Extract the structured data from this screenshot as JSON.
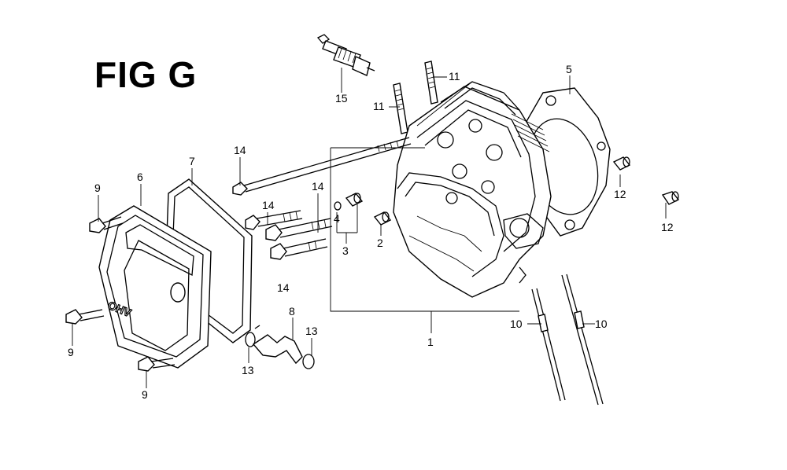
{
  "figure": {
    "title": "FIG G"
  },
  "cover": {
    "emblem_text": "OHV"
  },
  "callouts": [
    {
      "id": "c15",
      "label": "15"
    },
    {
      "id": "c11a",
      "label": "11"
    },
    {
      "id": "c11b",
      "label": "11"
    },
    {
      "id": "c5",
      "label": "5"
    },
    {
      "id": "c14a",
      "label": "14"
    },
    {
      "id": "c14b",
      "label": "14"
    },
    {
      "id": "c14c",
      "label": "14"
    },
    {
      "id": "c14d",
      "label": "14"
    },
    {
      "id": "c9a",
      "label": "9"
    },
    {
      "id": "c9b",
      "label": "9"
    },
    {
      "id": "c9c",
      "label": "9"
    },
    {
      "id": "c6",
      "label": "6"
    },
    {
      "id": "c7",
      "label": "7"
    },
    {
      "id": "c4",
      "label": "4"
    },
    {
      "id": "c3",
      "label": "3"
    },
    {
      "id": "c2",
      "label": "2"
    },
    {
      "id": "c12a",
      "label": "12"
    },
    {
      "id": "c12b",
      "label": "12"
    },
    {
      "id": "c1",
      "label": "1"
    },
    {
      "id": "c10a",
      "label": "10"
    },
    {
      "id": "c10b",
      "label": "10"
    },
    {
      "id": "c8",
      "label": "8"
    },
    {
      "id": "c13a",
      "label": "13"
    },
    {
      "id": "c13b",
      "label": "13"
    }
  ]
}
